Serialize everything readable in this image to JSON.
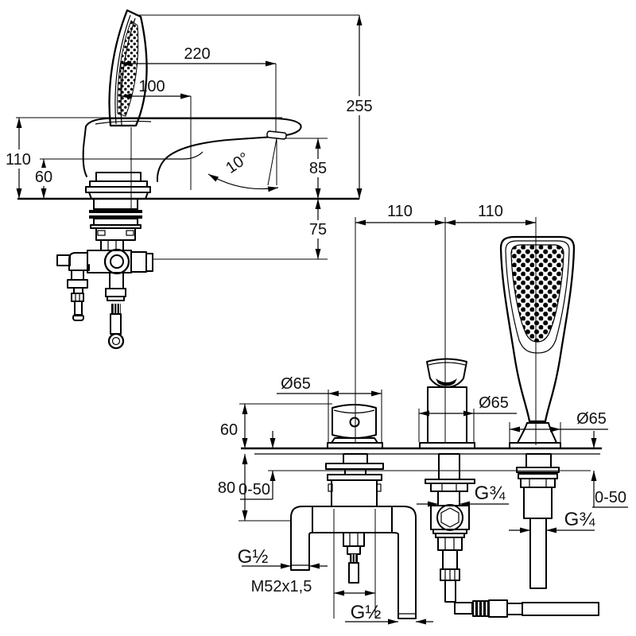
{
  "drawing_title": "Three-hole bath mixer with hand shower - dimensional drawing",
  "colors": {
    "line": "#000000",
    "text": "#111111",
    "background": "#ffffff"
  },
  "side_view": {
    "dims": {
      "shower_to_outlet": "220",
      "handle_to_outlet": "100",
      "overall_height": "255",
      "deck_to_top": "110",
      "deck_to_body": "60",
      "outlet_height": "85",
      "outlet_angle": "10°",
      "under_deck": "75"
    }
  },
  "front_view": {
    "dims": {
      "pitch_left": "110",
      "pitch_right": "110",
      "handle_dia": "Ø65",
      "spout_dia": "Ø65",
      "shower_dia": "Ø65",
      "body_height": "60",
      "under_height": "80",
      "deck_range_left": "0-50",
      "deck_range_right": "0-50",
      "spout_thread": "G¾",
      "shower_thread": "G¾",
      "inlet_thread": "G½",
      "hose_thread": "G½",
      "mount_thread": "M52x1,5"
    }
  }
}
